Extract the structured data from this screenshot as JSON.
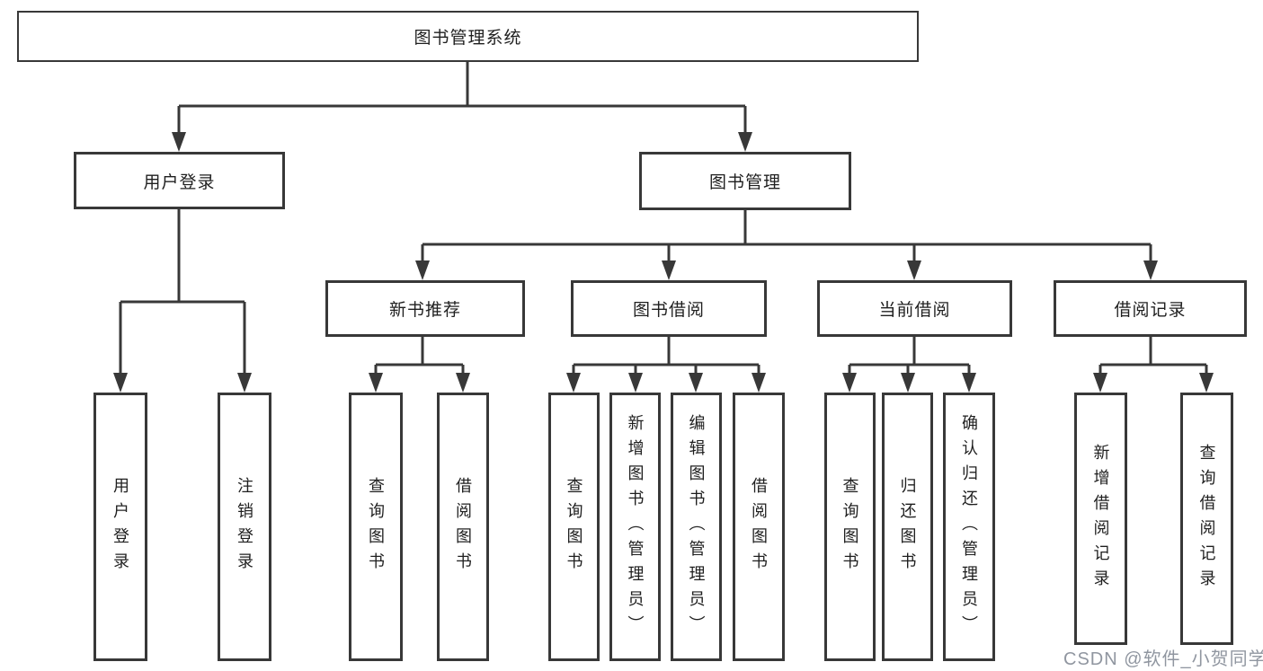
{
  "diagram_title": "图书管理系统",
  "colors": {
    "background": "#ffffff",
    "line": "#383838",
    "box_border": "#383838",
    "box_fill": "#ffffff",
    "text": "#1f1f1f",
    "watermark": "#9096a0"
  },
  "nodes": {
    "root": "图书管理系统",
    "user_login": "用户登录",
    "book_management": "图书管理",
    "new_book_recommend": "新书推荐",
    "book_borrowing": "图书借阅",
    "current_borrowing": "当前借阅",
    "borrowing_records": "借阅记录",
    "leaf_user_login": "用户登录",
    "leaf_logout": "注销登录",
    "leaf_query_books_recommend": "查询图书",
    "leaf_borrow_books_recommend": "借阅图书",
    "leaf_query_books_borrowing": "查询图书",
    "leaf_add_book_admin": "新增图书（管理员）",
    "leaf_edit_book_admin": "编辑图书（管理员）",
    "leaf_borrow_books_borrowing": "借阅图书",
    "leaf_query_books_current": "查询图书",
    "leaf_return_book": "归还图书",
    "leaf_confirm_return_admin": "确认归还（管理员）",
    "leaf_add_borrow_record": "新增借阅记录",
    "leaf_query_borrow_record": "查询借阅记录"
  },
  "hierarchy": {
    "图书管理系统": {
      "用户登录": [
        "用户登录",
        "注销登录"
      ],
      "图书管理": {
        "新书推荐": [
          "查询图书",
          "借阅图书"
        ],
        "图书借阅": [
          "查询图书",
          "新增图书（管理员）",
          "编辑图书（管理员）",
          "借阅图书"
        ],
        "当前借阅": [
          "查询图书",
          "归还图书",
          "确认归还（管理员）"
        ],
        "借阅记录": [
          "新增借阅记录",
          "查询借阅记录"
        ]
      }
    }
  },
  "watermark": "CSDN @软件_小贺同学"
}
